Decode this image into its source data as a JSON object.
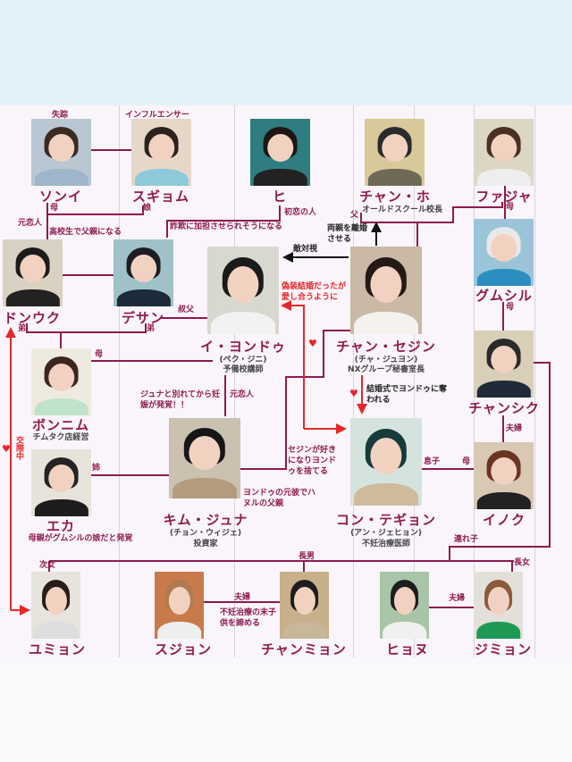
{
  "characters": {
    "sonyi": {
      "name": "ソンイ",
      "tag": "失踪"
    },
    "sugyom": {
      "name": "スギョム",
      "tag": "インフルエンサー"
    },
    "hi": {
      "name": "ヒ"
    },
    "chanho": {
      "name": "チャン・ホ",
      "role": "オールドスクール校長"
    },
    "fajya": {
      "name": "ファジャ"
    },
    "donuk": {
      "name": "ドンウク"
    },
    "desan": {
      "name": "デサン"
    },
    "yondu": {
      "name": "イ・ヨンドゥ",
      "actor": "(ペク・ジニ)",
      "role": "予備校講師"
    },
    "sejin": {
      "name": "チャン・セジン",
      "actor": "(チャ・ジュヨン)",
      "role": "NXグループ秘書室長"
    },
    "gumsil": {
      "name": "グムシル"
    },
    "chansik": {
      "name": "チャンシク"
    },
    "bonnim": {
      "name": "ボンニム",
      "role": "チムタク店経営"
    },
    "eka": {
      "name": "エカ",
      "role": "母親がグムシルの娘だと発覚"
    },
    "juna": {
      "name": "キム・ジュナ",
      "actor": "(チョン・ウィジェ)",
      "role": "投資家"
    },
    "tegyon": {
      "name": "コン・テギョン",
      "actor": "(アン・ジェヒョン)",
      "role": "不妊治療医師"
    },
    "inoku": {
      "name": "イノク"
    },
    "yumyon": {
      "name": "ユミョン"
    },
    "sujon": {
      "name": "スジョン"
    },
    "chanmyon": {
      "name": "チャンミョン"
    },
    "hyonu": {
      "name": "ヒョヌ"
    },
    "jimyon": {
      "name": "ジミョン"
    }
  },
  "relations": {
    "ex_lover_1": "元恋人",
    "mother_sonyi": "母",
    "daughter": "娘",
    "teen_father": "高校生で父親になる",
    "fraud": "詐欺に加担させられそうになる",
    "first_love": "初恋の人",
    "father": "父",
    "mother_fajya": "母",
    "divorce": "両親を離婚させる",
    "hostile": "敵対視",
    "fake_marriage": "偽装結婚だったが愛し合うように",
    "uncle": "叔父",
    "brother_1": "弟",
    "brother_2": "弟",
    "mother_bonnim": "母",
    "mother_gumsil": "母",
    "ex_lover_2": "元恋人",
    "pregnant": "ジュナと別れてから妊娠が発覚！！",
    "dating": "交際中",
    "wedding": "結婚式でヨンドゥに奪われる",
    "dumped": "セジンが好きになりヨンドゥを捨てる",
    "haneul_father": "ヨンドゥの元彼でハヌルの父親",
    "older_sister": "姉",
    "son": "息子",
    "mother_inoku": "母",
    "couple_1": "夫婦",
    "stepchild": "連れ子",
    "second_daughter": "次女",
    "eldest_son": "長男",
    "eldest_daughter": "長女",
    "couple_2": "夫婦",
    "gave_up": "不妊治療の末子供を諦める",
    "couple_3": "夫婦"
  },
  "colors": {
    "line": "#8e1a50",
    "love": "#e8262a",
    "accent": "#222222"
  }
}
